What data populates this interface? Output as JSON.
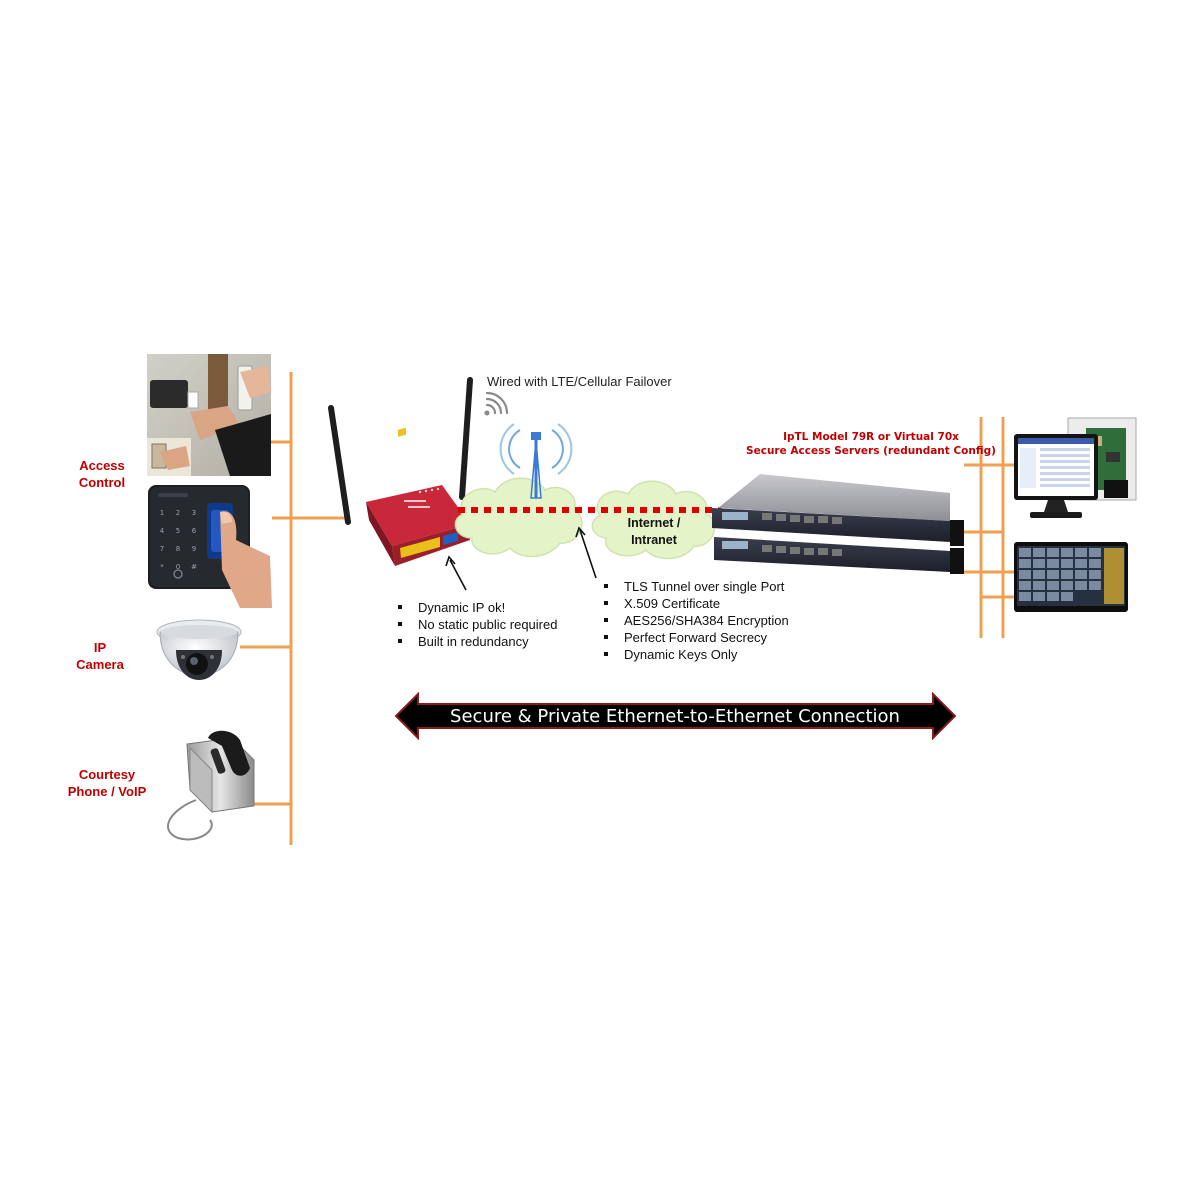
{
  "labels": {
    "access_control": "Access\nControl",
    "ip_camera": "IP\nCamera",
    "courtesy_phone": "Courtesy\nPhone / VoIP",
    "wired_failover": "Wired with LTE/Cellular Failover",
    "server_title_line1": "IpTL Model 79R or Virtual 70x",
    "server_title_line2": "Secure Access Servers (redundant  Config)",
    "cloud_internet": "Internet /\nIntranet"
  },
  "router_features": [
    "Dynamic IP ok!",
    "No static public required",
    "Built in redundancy"
  ],
  "tunnel_features": [
    "TLS Tunnel over single Port",
    "X.509 Certificate",
    "AES256/SHA384 Encryption",
    "Perfect Forward Secrecy",
    "Dynamic Keys Only"
  ],
  "banner": "Secure & Private Ethernet-to-Ethernet Connection",
  "colors": {
    "ethernet_line": "#f0a050",
    "label_red": "#c00000",
    "tunnel_red": "#e00000",
    "cloud_fill": "#e4f4c8",
    "router_red": "#c8283a",
    "server_dark": "#2a2d3a",
    "banner_bg": "#000000",
    "banner_border": "#8b1a1a"
  },
  "icons": [
    "access-card-reader-icon",
    "keypad-fingerprint-icon",
    "dome-camera-icon",
    "courtesy-phone-icon",
    "router-icon",
    "cell-tower-icon",
    "wireless-signal-icon",
    "cloud-icon",
    "rack-server-icon",
    "monitor-access-software-icon",
    "monitor-video-wall-icon",
    "control-panel-icon"
  ]
}
